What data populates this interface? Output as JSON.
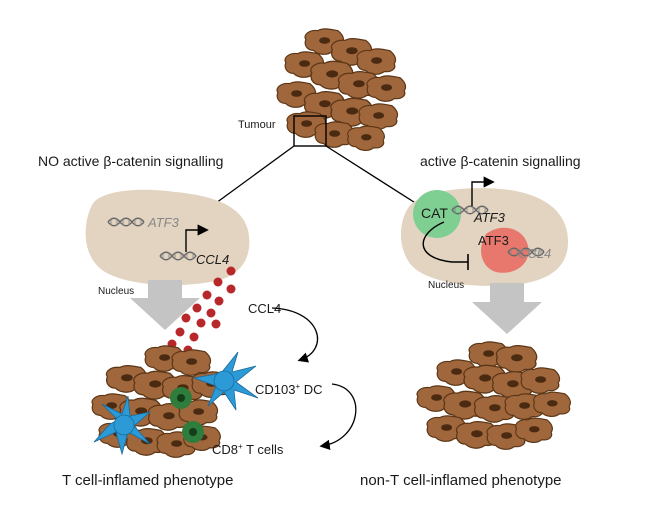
{
  "labels": {
    "tumour": "Tumour",
    "no_active": "NO active β-catenin signalling",
    "active": "active β-catenin signalling",
    "nucleus_left": "Nucleus",
    "nucleus_right": "Nucleus",
    "atf3_left": "ATF3",
    "ccl4_left": "CCL4",
    "cat": "CAT",
    "atf3_right_gene": "ATF3",
    "atf3_right_protein": "ATF3",
    "ccl4_right": "CCL4",
    "ccl4_secreted": "CCL4",
    "cd103_prefix": "CD103",
    "cd103_sup": "+",
    "cd103_suffix": " DC",
    "cd8_prefix": "CD8",
    "cd8_sup": "+",
    "cd8_suffix": " T cells",
    "phenotype_left": "T cell-inflamed phenotype",
    "phenotype_right": "non-T cell-inflamed phenotype"
  },
  "colors": {
    "tumour_cell": "#a0663c",
    "tumour_edge": "#5c3717",
    "nucleus_fill": "#e2d4c0",
    "cat_green": "#7fcf93",
    "atf3_red": "#e8786d",
    "ccl4_dot": "#b8282a",
    "dc_blue": "#2b9ad6",
    "tcell_green": "#2f7d3d",
    "arrow_grey": "#c4c4c4"
  }
}
